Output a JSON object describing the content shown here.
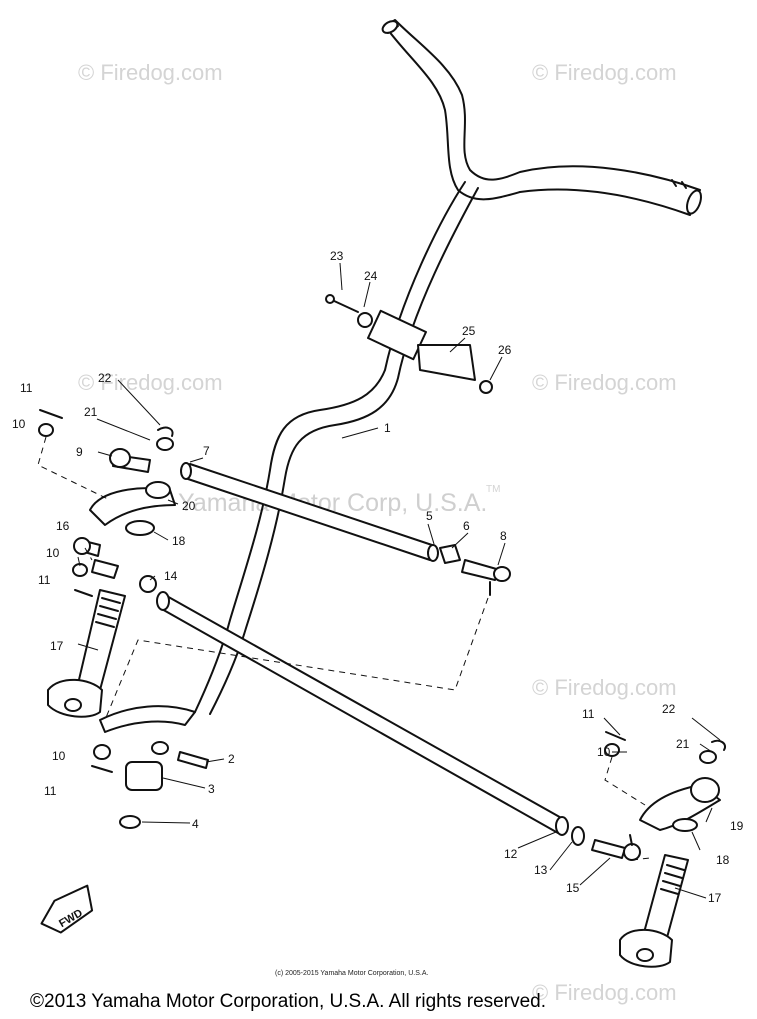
{
  "watermarks": {
    "firedog": "© Firedog.com",
    "yamaha": "Yamaha Motor Corp, U.S.A.",
    "tm": "TM"
  },
  "callouts": {
    "c1": "1",
    "c2": "2",
    "c3": "3",
    "c4": "4",
    "c5": "5",
    "c6": "6",
    "c7": "7",
    "c8": "8",
    "c9": "9",
    "c10a": "10",
    "c10b": "10",
    "c10c": "10",
    "c10d": "10",
    "c11a": "11",
    "c11b": "11",
    "c11c": "11",
    "c11d": "11",
    "c12": "12",
    "c13": "13",
    "c14": "14",
    "c15": "15",
    "c16": "16",
    "c17a": "17",
    "c17b": "17",
    "c18a": "18",
    "c18b": "18",
    "c19": "19",
    "c20": "20",
    "c21a": "21",
    "c21b": "21",
    "c22a": "22",
    "c22b": "22",
    "c23": "23",
    "c24": "24",
    "c25": "25",
    "c26": "26"
  },
  "fwd_label": "FWD",
  "small_copyright": "(c) 2005-2015 Yamaha Motor Corporation, U.S.A.",
  "footer_copyright": "©2013 Yamaha Motor Corporation, U.S.A. All rights reserved."
}
